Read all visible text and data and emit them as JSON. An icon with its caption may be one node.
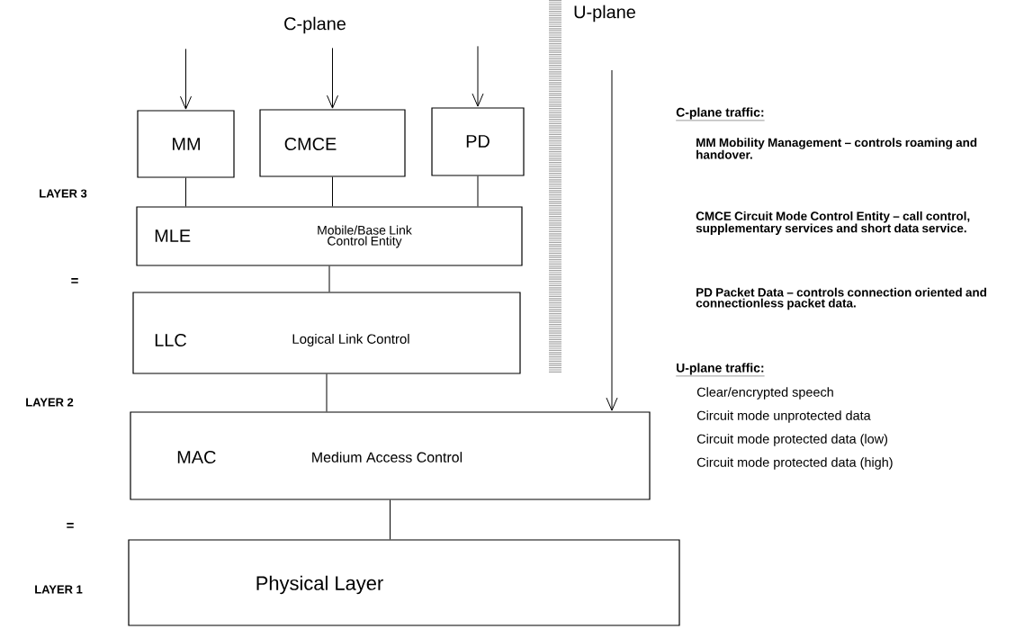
{
  "diagram": {
    "nodes": [
      {
        "text": [
          "MM"
        ]
      },
      {
        "text": [
          "CMCE"
        ]
      },
      {
        "text": [
          "PD"
        ]
      },
      {
        "text": [
          "MLE",
          "Mobile/Base Link Control Entity"
        ]
      },
      {
        "text": [
          "LLC",
          "Logical Link Control"
        ]
      },
      {
        "text": [
          "MAC",
          "Medium Access Control"
        ]
      },
      {
        "text": [
          "Physical Layer"
        ]
      }
    ],
    "edges": [
      {
        "from": null,
        "to": 0,
        "arrow": "to"
      },
      {
        "from": null,
        "to": 1,
        "arrow": "to"
      },
      {
        "from": null,
        "to": 2,
        "arrow": "to"
      },
      {
        "from": null,
        "to": 5,
        "arrow": "to"
      },
      {
        "from": 0,
        "to": 3,
        "arrow": "none"
      },
      {
        "from": 1,
        "to": 3,
        "arrow": "none"
      },
      {
        "from": 2,
        "to": 3,
        "arrow": "none"
      },
      {
        "from": 3,
        "to": 4,
        "arrow": "none"
      },
      {
        "from": 4,
        "to": 5,
        "arrow": "none"
      },
      {
        "from": 5,
        "to": 6,
        "arrow": "none"
      }
    ],
    "labels": [
      "C-plane",
      "U-plane",
      "LAYER 3",
      "=",
      "LAYER 2",
      "=",
      "LAYER 1",
      "C-plane traffic:",
      "MM Mobility Management – controls roaming and handover.",
      "CMCE Circuit Mode Control Entity – call control, supplementary services and short data service.",
      "PD Packet Data – controls connection oriented and connectionless packet data.",
      "U-plane traffic:",
      "Clear/encrypted speech",
      "Circuit mode unprotected data",
      "Circuit mode protected data (low)",
      "Circuit mode protected data (high)"
    ]
  }
}
